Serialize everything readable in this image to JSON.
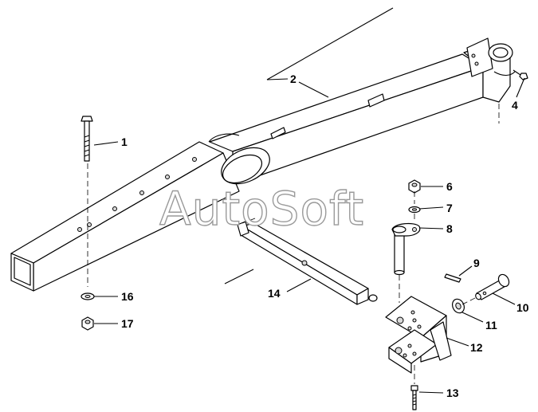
{
  "watermark": "AutoSoft",
  "callouts": [
    {
      "id": "1",
      "label": "1"
    },
    {
      "id": "2",
      "label": "2"
    },
    {
      "id": "4",
      "label": "4"
    },
    {
      "id": "6",
      "label": "6"
    },
    {
      "id": "7",
      "label": "7"
    },
    {
      "id": "8",
      "label": "8"
    },
    {
      "id": "9",
      "label": "9"
    },
    {
      "id": "10",
      "label": "10"
    },
    {
      "id": "11",
      "label": "11"
    },
    {
      "id": "12",
      "label": "12"
    },
    {
      "id": "13",
      "label": "13"
    },
    {
      "id": "14",
      "label": "14"
    },
    {
      "id": "16",
      "label": "16"
    },
    {
      "id": "17",
      "label": "17"
    }
  ]
}
